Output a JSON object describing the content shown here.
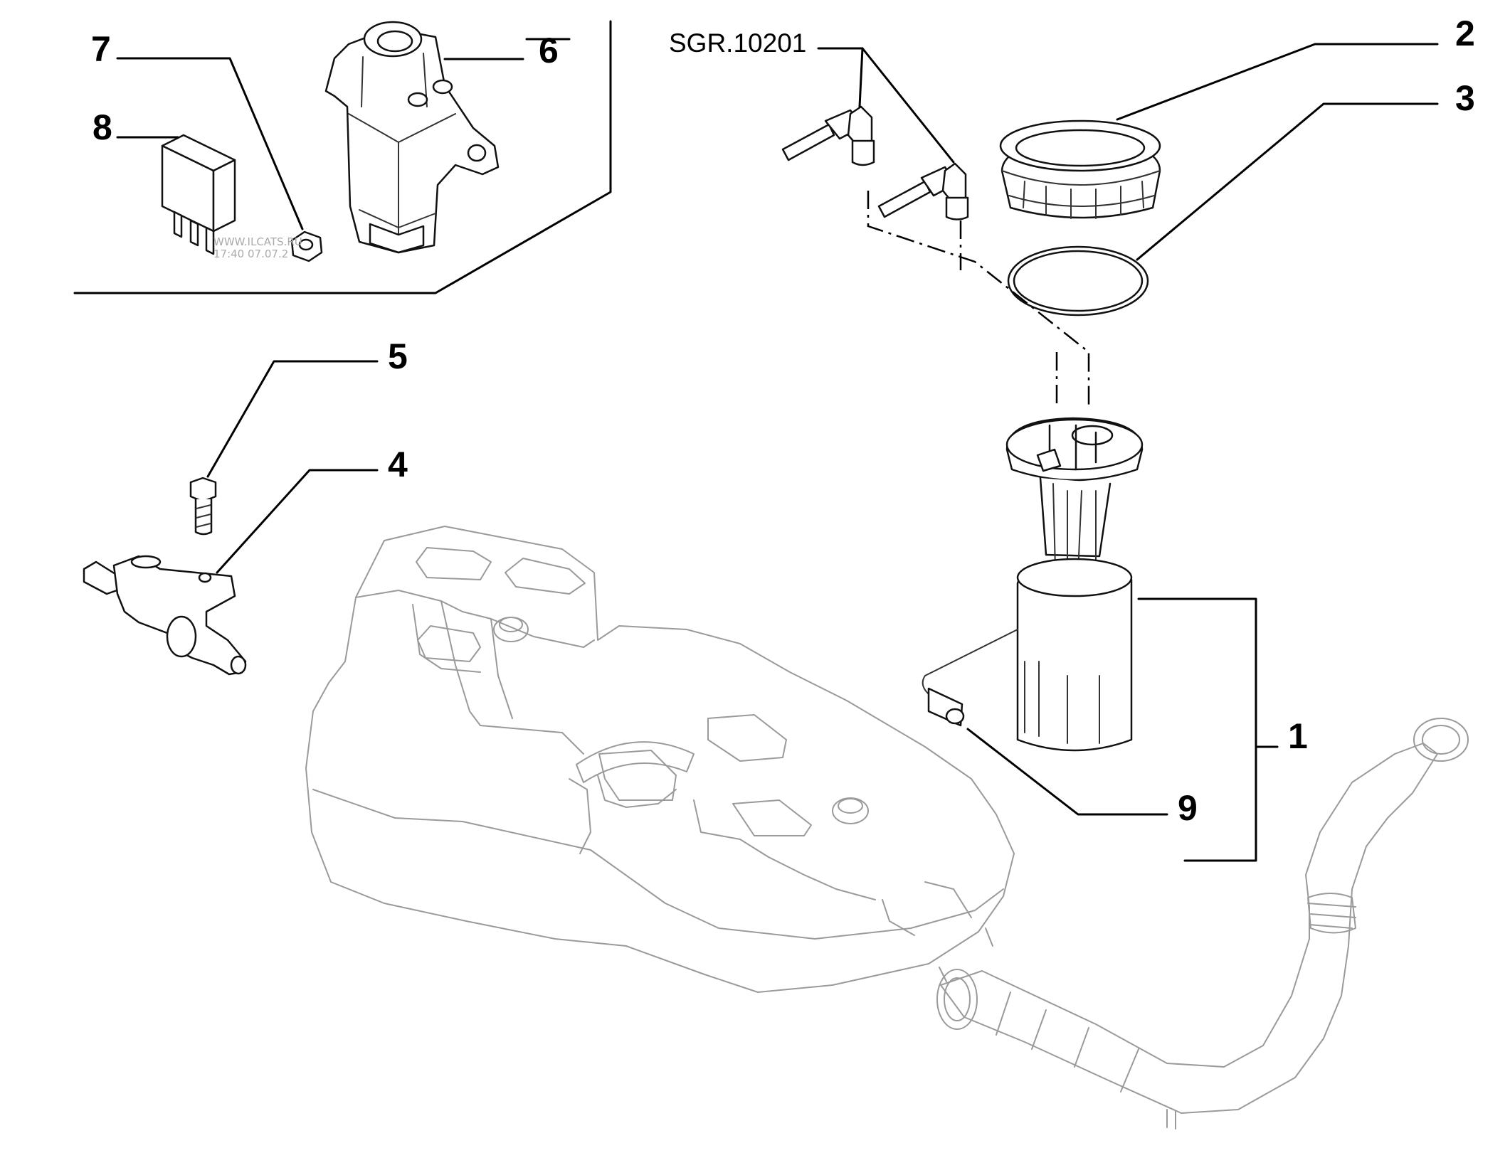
{
  "diagram": {
    "reference_code": "SGR.10201",
    "watermark": [
      "WWW.ILCATS.RU",
      "17:40 07.07.2"
    ],
    "callouts": [
      {
        "id": "1",
        "part": "fuel-pump-module"
      },
      {
        "id": "2",
        "part": "ring-nut"
      },
      {
        "id": "3",
        "part": "seal-ring"
      },
      {
        "id": "4",
        "part": "valve"
      },
      {
        "id": "5",
        "part": "bolt"
      },
      {
        "id": "6",
        "part": "inertia-switch"
      },
      {
        "id": "7",
        "part": "nut"
      },
      {
        "id": "8",
        "part": "relay"
      },
      {
        "id": "9",
        "part": "sensor-connector"
      }
    ]
  }
}
